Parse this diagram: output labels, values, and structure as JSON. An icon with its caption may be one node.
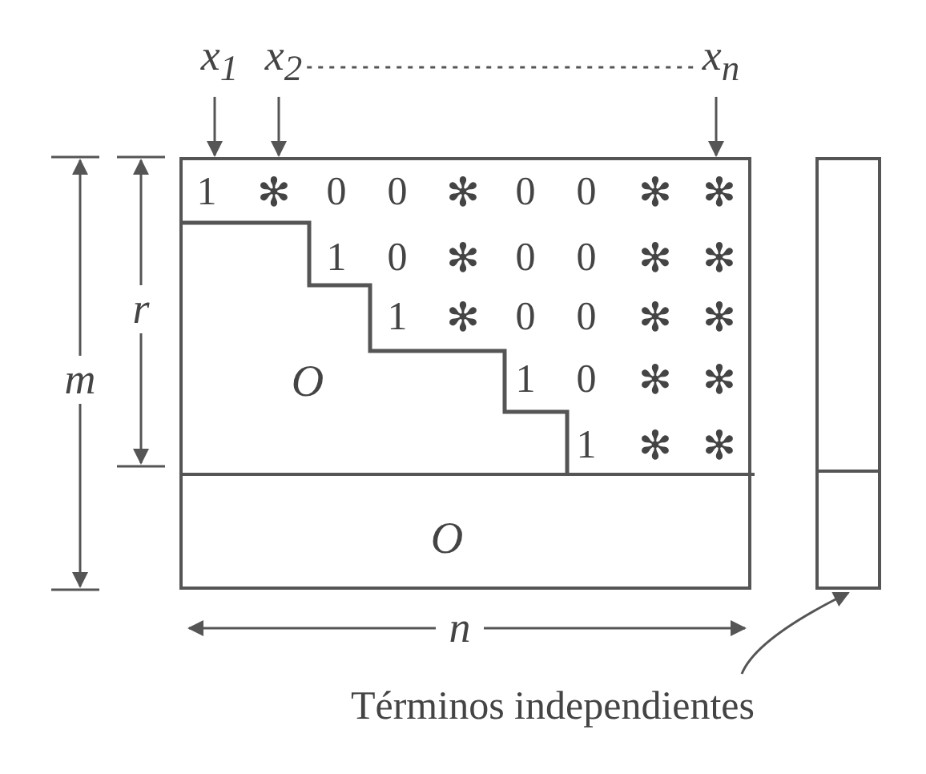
{
  "diagram": {
    "nodes": [
      {
        "text": [],
        "shape": "box"
      },
      {
        "text": [
          "O"
        ],
        "in": 0
      },
      {
        "text": [
          "O"
        ],
        "in": 0
      },
      {
        "text": [
          "x$_{1}$"
        ]
      },
      {
        "text": [
          "x$_{2}$"
        ]
      },
      {
        "text": [
          "x$_{n}$"
        ]
      },
      {
        "text": [],
        "shape": "box"
      },
      {
        "text": [
          "Términos independientes"
        ]
      }
    ],
    "edges": [
      {
        "from": 3,
        "to": 0,
        "arrow": "to"
      },
      {
        "from": 4,
        "to": 0,
        "arrow": "to"
      },
      {
        "from": 5,
        "to": 0,
        "arrow": "to"
      },
      {
        "from": 7,
        "to": 6,
        "arrow": "to"
      },
      {
        "from": 4,
        "to": 5,
        "arrow": "none",
        "style": "dashed"
      }
    ],
    "labels": [
      "1",
      "✻",
      "0",
      "0",
      "✻",
      "0",
      "0",
      "✻",
      "✻",
      "1",
      "0",
      "✻",
      "0",
      "0",
      "✻",
      "✻",
      "1",
      "✻",
      "0",
      "0",
      "✻",
      "✻",
      "1",
      "0",
      "✻",
      "✻",
      "1",
      "✻",
      "✻",
      "m",
      "r",
      "n"
    ]
  }
}
